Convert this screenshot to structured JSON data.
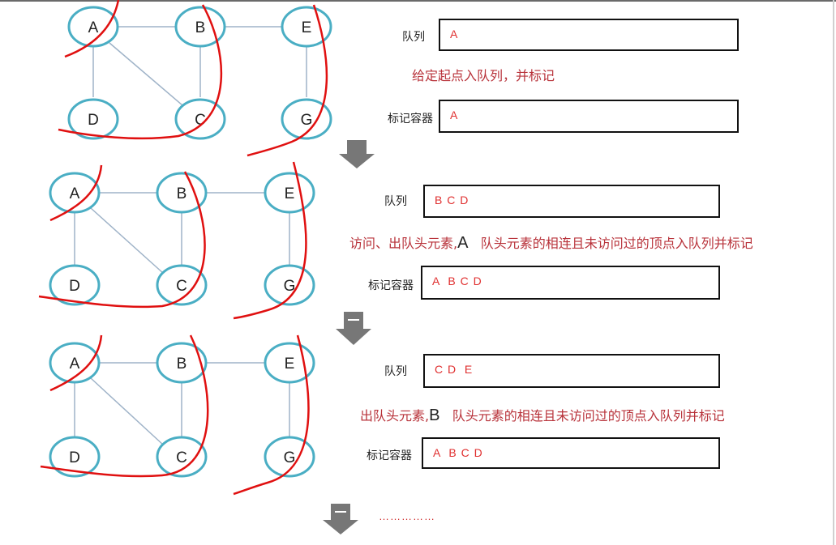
{
  "steps": [
    {
      "queue_label": "队列",
      "queue_content": "A",
      "note_text": "给定起点入队列，并标记",
      "note_big": "",
      "note_after": "",
      "marked_label": "标记容器",
      "marked_content": "A"
    },
    {
      "queue_label": "队列",
      "queue_content": "B C D",
      "note_text": "访问、出队头元素,",
      "note_big": "A",
      "note_after": "   队头元素的相连且未访问过的顶点入队列并标记",
      "marked_label": "标记容器",
      "marked_content": "A  B C D"
    },
    {
      "queue_label": "队列",
      "queue_content": "C D  E",
      "note_text": "出队头元素,",
      "note_big": "B",
      "note_after": "   队头元素的相连且未访问过的顶点入队列并标记",
      "marked_label": "标记容器",
      "marked_content": "A  B C D"
    }
  ],
  "graph": {
    "nodes": [
      "A",
      "B",
      "E",
      "D",
      "C",
      "G"
    ]
  },
  "continuation": "……………",
  "colors": {
    "node_stroke": "#4aaec4",
    "edge": "#9fb3c8",
    "red_curve": "#e01010",
    "note_text": "#b8323a",
    "box_text": "#e03030"
  }
}
